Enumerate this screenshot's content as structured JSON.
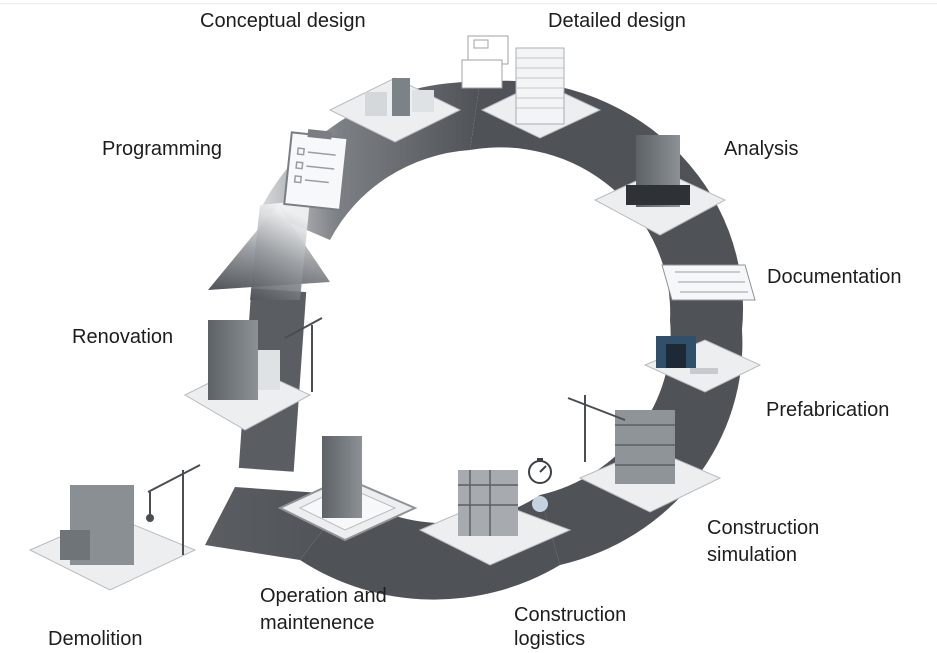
{
  "stages": {
    "conceptual_design": "Conceptual design",
    "detailed_design": "Detailed design",
    "analysis": "Analysis",
    "documentation": "Documentation",
    "prefabrication": "Prefabrication",
    "construction_simulation": [
      "Construction",
      "simulation"
    ],
    "construction_logistics": [
      "Construction",
      "logistics"
    ],
    "operation_maintenance": [
      "Operation and",
      "maintenence"
    ],
    "demolition": "Demolition",
    "renovation": "Renovation",
    "programming": "Programming"
  },
  "colors": {
    "ring_dark": "#4f5357",
    "ring_light": "#c9cccf",
    "platform": "#e6e8ea",
    "building": "#6d7277",
    "text": "#1d1d1d"
  },
  "icons": [
    "clipboard-icon",
    "stopwatch-icon",
    "crane-icon",
    "building-icon",
    "drawing-sheet-icon",
    "prefab-module-icon"
  ]
}
